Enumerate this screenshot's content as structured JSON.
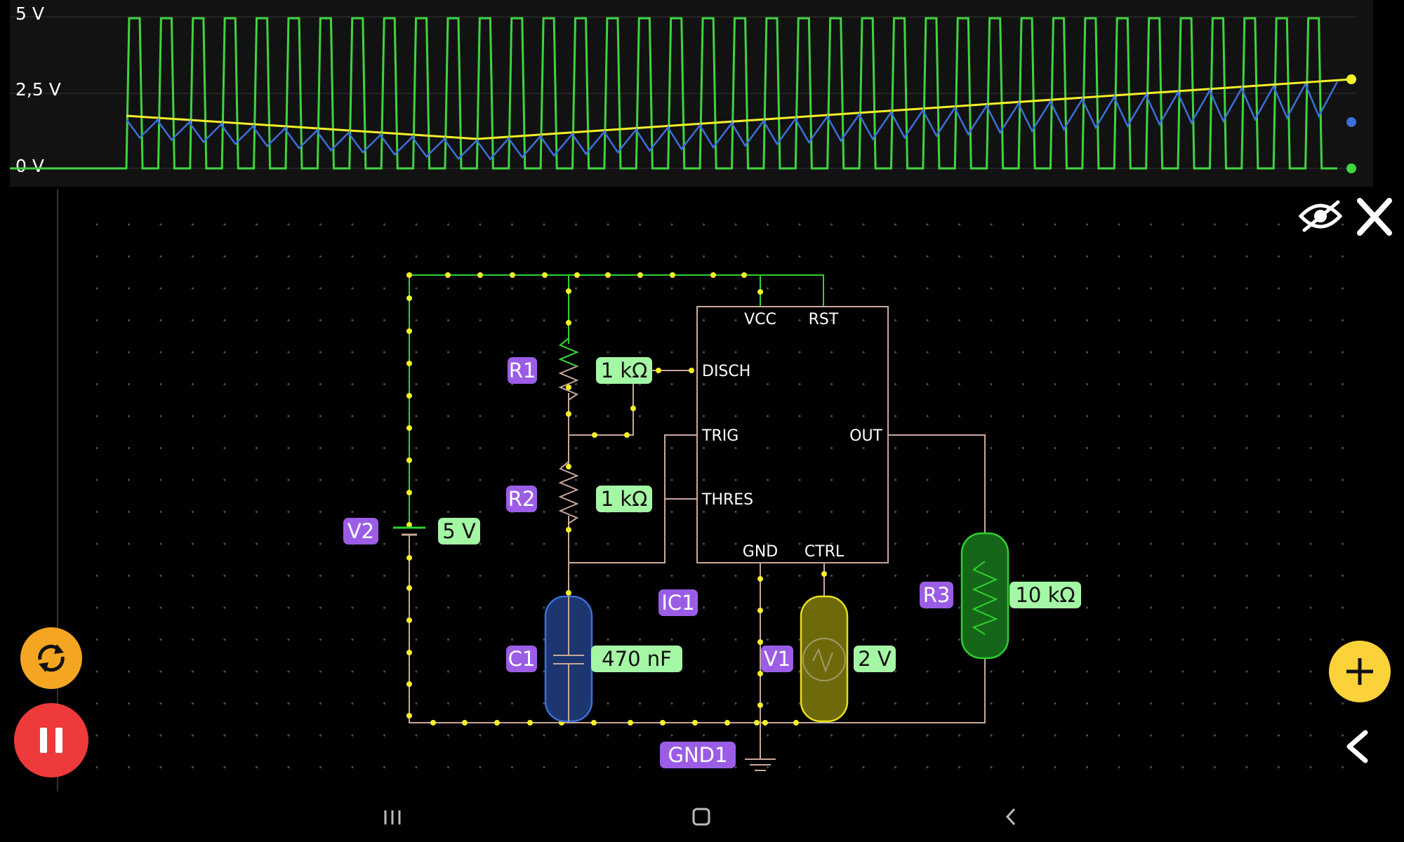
{
  "scope": {
    "y_labels": [
      "5 V",
      "2,5 V",
      "0 V"
    ],
    "trace_colors": {
      "output": "#3fd43f",
      "capacitor": "#3b6fd9",
      "control": "#f4f02a"
    }
  },
  "circuit": {
    "labels": {
      "r1": "R1",
      "r1_value": "1 kΩ",
      "r2": "R2",
      "r2_value": "1 kΩ",
      "r3": "R3",
      "r3_value": "10 kΩ",
      "c1": "C1",
      "c1_value": "470 nF",
      "v1": "V1",
      "v1_value": "2 V",
      "v2": "V2",
      "v2_value": "5 V",
      "ic1": "IC1",
      "gnd1": "GND1"
    },
    "ic_pins": {
      "vcc": "VCC",
      "rst": "RST",
      "disch": "DISCH",
      "trig": "TRIG",
      "thres": "THRES",
      "out": "OUT",
      "gnd": "GND",
      "ctrl": "CTRL"
    }
  },
  "controls": {
    "hide_icon": "eye-slash-icon",
    "close_icon": "close-icon",
    "reset_icon": "refresh-icon",
    "pause_icon": "pause-icon",
    "add_icon": "plus-icon",
    "collapse_icon": "chevron-left-icon",
    "colors": {
      "reset": "#f4a623",
      "pause": "#ee3a3a",
      "add": "#fcd23a"
    }
  },
  "navbar": {
    "recent_icon": "recent-apps-icon",
    "home_icon": "home-icon",
    "back_icon": "back-icon"
  }
}
